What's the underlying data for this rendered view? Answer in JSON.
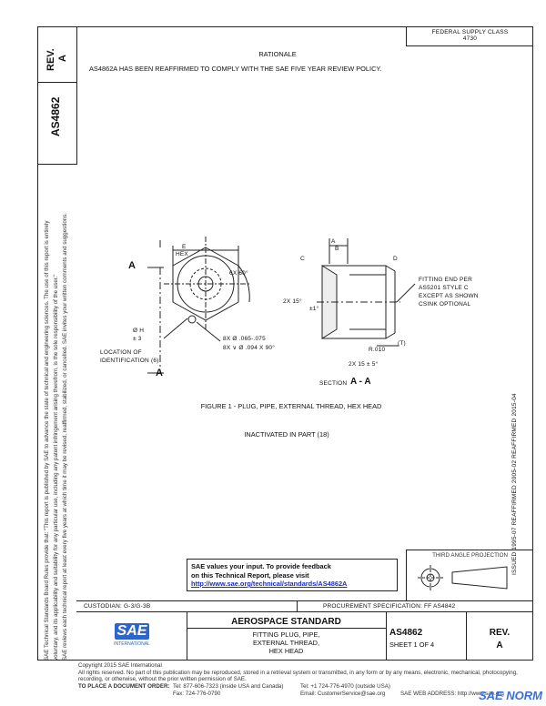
{
  "header": {
    "rev_label": "REV.",
    "rev_value": "A",
    "doc_number": "AS4862",
    "fed_class": "FEDERAL SUPPLY CLASS",
    "fed_class_code": "4730",
    "rationale_title": "RATIONALE",
    "rationale_text": "AS4862A HAS BEEN REAFFIRMED TO COMPLY WITH THE SAE FIVE YEAR REVIEW POLICY."
  },
  "sidebar": {
    "legal_1": "SAE Technical Standards Board Rules provide that: \"This report is published by SAE to advance the state of technical and engineering sciences. The use of this report is entirely",
    "legal_2": "voluntary, and its applicability and suitability for any particular use, including any patent infringement arising therefrom, is the sole responsibility of the user.\"",
    "legal_3": "SAE reviews each technical report at least every five years at which time it may be revised, reaffirmed, stabilized, or cancelled. SAE invites your written comments and suggestions."
  },
  "drawing": {
    "label_e": "E",
    "label_hex": "HEX",
    "label_a_top": "A",
    "label_6x60": "6X 60°",
    "label_h": "Ø H",
    "label_h_tol": "± 3",
    "label_8x": "8X Ø .065-.075",
    "label_8x_csk": "8X ∨ Ø .094 X 90°",
    "label_location": "LOCATION OF",
    "label_identification": "IDENTIFICATION (6)",
    "label_a_bottom": "A",
    "label_a_dim": "A",
    "label_b": "B",
    "label_c": "C",
    "label_d": "D",
    "label_fitting": "FITTING END PER",
    "label_fitting_2": "AS5201 STYLE C",
    "label_fitting_3": "EXCEPT AS SHOWN",
    "label_fitting_4": "CSINK OPTIONAL",
    "label_2x_ang": "2X 15°",
    "label_2x_ang_tol": "±1°",
    "label_r": "R.010",
    "label_t": "(T)",
    "label_2x_15": "2X 15 ± 5°",
    "label_section": "SECTION",
    "label_section_id": "A - A",
    "figure_caption": "FIGURE 1 - PLUG, PIPE, EXTERNAL THREAD, HEX HEAD",
    "inactivated": "INACTIVATED IN PART (18)"
  },
  "revision_history": "ISSUED 1995-07   REAFFIRMED 2005-02   REAFFIRMED 2015-04",
  "feedback": {
    "line1": "SAE values your input. To provide feedback",
    "line2": "on this Technical Report, please visit",
    "link": "http://www.sae.org/technical/standards/AS4862A"
  },
  "projection_label": "THIRD ANGLE PROJECTION",
  "custodian": "CUSTODIAN: G-3/G-3B",
  "procurement": "PROCUREMENT SPECIFICATION: FF AS4842",
  "title_block": {
    "standard": "AEROSPACE STANDARD",
    "title_1": "FITTING PLUG, PIPE,",
    "title_2": "EXTERNAL THREAD,",
    "title_3": "HEX HEAD",
    "doc": "AS4862",
    "sheet": "SHEET 1 OF 4",
    "rev_label": "REV.",
    "rev_value": "A",
    "logo_text": "SAE",
    "logo_sub": "INTERNATIONAL"
  },
  "footer": {
    "copyright": "Copyright 2015 SAE International",
    "rights": "All rights reserved. No part of this publication may be reproduced, stored in a retrieval system or transmitted, in any form or by any means, electronic, mechanical, photocopying,",
    "rights_2": "recording, or otherwise, without the prior written permission of SAE.",
    "order_label": "TO PLACE A DOCUMENT ORDER:",
    "tel": "Tel: 877-606-7323 (inside USA and Canada)",
    "tel_2": "Tel: +1 724-776-4970 (outside USA)",
    "fax": "Fax: 724-776-0790",
    "email": "Email: CustomerService@sae.org",
    "web": "SAE WEB ADDRESS: http://www.sae.org"
  },
  "watermark": "SAE NORM"
}
